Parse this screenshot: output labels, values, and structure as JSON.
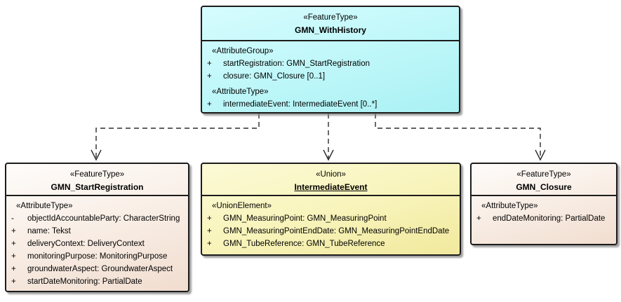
{
  "classes": [
    {
      "stereotype": "«FeatureType»",
      "name": "GMN_WithHistory",
      "fill_top": "#D6FCFE",
      "fill_bottom": "#AAF1F4",
      "sections": [
        {
          "stereotype": "«AttributeGroup»",
          "attributes": [
            {
              "visibility": "+",
              "text": "startRegistration: GMN_StartRegistration"
            },
            {
              "visibility": "+",
              "text": "closure: GMN_Closure [0..1]"
            }
          ]
        },
        {
          "stereotype": "«AttributeType»",
          "attributes": [
            {
              "visibility": "+",
              "text": "intermediateEvent: IntermediateEvent [0..*]"
            }
          ]
        }
      ]
    },
    {
      "stereotype": "«FeatureType»",
      "name": "GMN_StartRegistration",
      "fill_top": "#FEFCFA",
      "fill_bottom": "#F1DDCF",
      "sections": [
        {
          "stereotype": "«AttributeType»",
          "attributes": [
            {
              "visibility": "-",
              "text": "objectIdAccountableParty: CharacterString"
            },
            {
              "visibility": "+",
              "text": "name: Tekst"
            },
            {
              "visibility": "+",
              "text": "deliveryContext: DeliveryContext"
            },
            {
              "visibility": "+",
              "text": "monitoringPurpose: MonitoringPurpose"
            },
            {
              "visibility": "+",
              "text": "groundwaterAspect: GroundwaterAspect"
            },
            {
              "visibility": "+",
              "text": "startDateMonitoring: PartialDate"
            }
          ]
        }
      ]
    },
    {
      "stereotype": "«Union»",
      "name": "IntermediateEvent",
      "fill_top": "#FCFAD6",
      "fill_bottom": "#F1E99D",
      "sections": [
        {
          "stereotype": "«UnionElement»",
          "attributes": [
            {
              "visibility": "+",
              "text": "GMN_MeasuringPoint: GMN_MeasuringPoint"
            },
            {
              "visibility": "+",
              "text": "GMN_MeasuringPointEndDate: GMN_MeasuringPointEndDate"
            },
            {
              "visibility": "+",
              "text": "GMN_TubeReference: GMN_TubeReference"
            }
          ]
        }
      ]
    },
    {
      "stereotype": "«FeatureType»",
      "name": "GMN_Closure",
      "fill_top": "#FEFCFA",
      "fill_bottom": "#F1DDCF",
      "sections": [
        {
          "stereotype": "«AttributeType»",
          "attributes": [
            {
              "visibility": "+",
              "text": "endDateMonitoring: PartialDate"
            }
          ]
        }
      ]
    }
  ],
  "connectors": [
    {
      "type": "dependency",
      "style": "dashed-open-arrow",
      "from": "GMN_WithHistory",
      "to": "GMN_StartRegistration"
    },
    {
      "type": "dependency",
      "style": "dashed-open-arrow",
      "from": "GMN_WithHistory",
      "to": "IntermediateEvent"
    },
    {
      "type": "dependency",
      "style": "dashed-open-arrow",
      "from": "GMN_WithHistory",
      "to": "GMN_Closure"
    }
  ],
  "colors": {
    "border": "#1C1C1C",
    "connector": "#2B2B2B",
    "shadow": "#828282",
    "background": "#FFFFFF"
  }
}
